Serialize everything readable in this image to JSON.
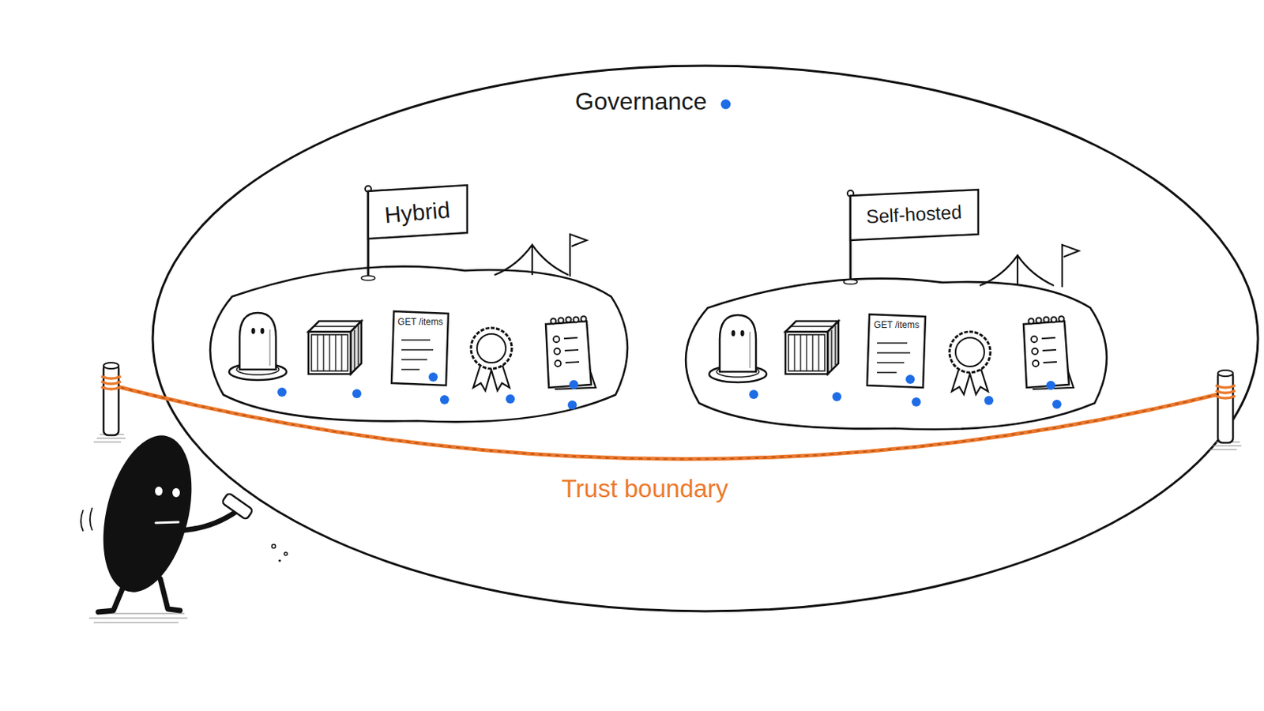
{
  "diagram": {
    "nodes": [
      {
        "text": [
          "Governance"
        ]
      },
      {
        "text": [
          "Hybrid"
        ],
        "in": 0
      },
      {
        "text": [
          "GET /items"
        ],
        "in": 1
      },
      {
        "text": [
          "Self-hosted"
        ],
        "in": 0
      },
      {
        "text": [
          "GET /items"
        ],
        "in": 3
      }
    ],
    "labels": [
      "Trust boundary"
    ]
  }
}
